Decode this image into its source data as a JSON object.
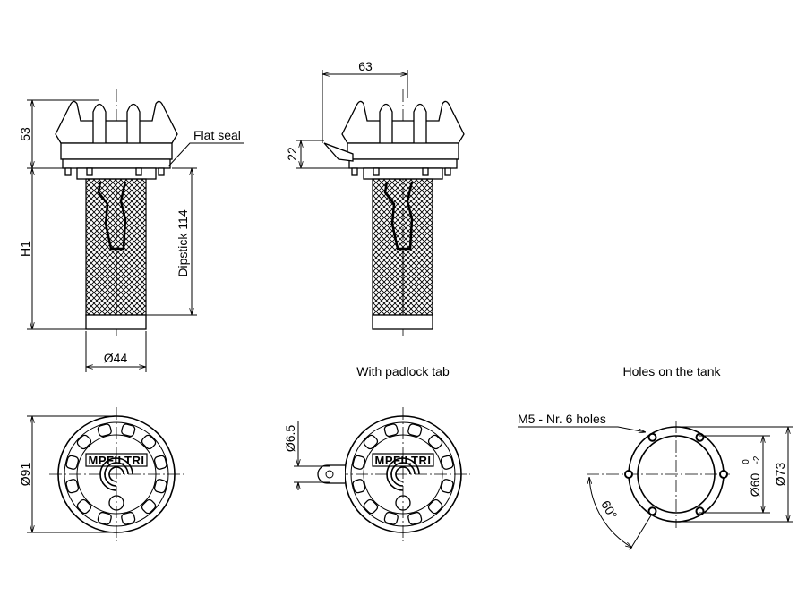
{
  "drawing": {
    "side_view": {
      "dim_cap_height": "53",
      "dim_total_height": "H1",
      "dim_dipstick": "Dipstick 114",
      "dim_diameter": "Ø44",
      "label_seal": "Flat seal"
    },
    "padlock_view": {
      "dim_tab_width": "63",
      "dim_tab_height": "22",
      "caption": "With padlock tab",
      "dim_hole": "Ø6.5"
    },
    "top_view": {
      "dim_outer": "Ø91",
      "logo": "MPFILTRI"
    },
    "tank_holes": {
      "caption": "Holes on the tank",
      "label_holes": "M5 - Nr. 6 holes",
      "dim_bolt_circle": "Ø73",
      "dim_bore": "Ø60",
      "dim_bore_tol_upper": "0",
      "dim_bore_tol_lower": "-2",
      "dim_angle": "60°"
    }
  }
}
